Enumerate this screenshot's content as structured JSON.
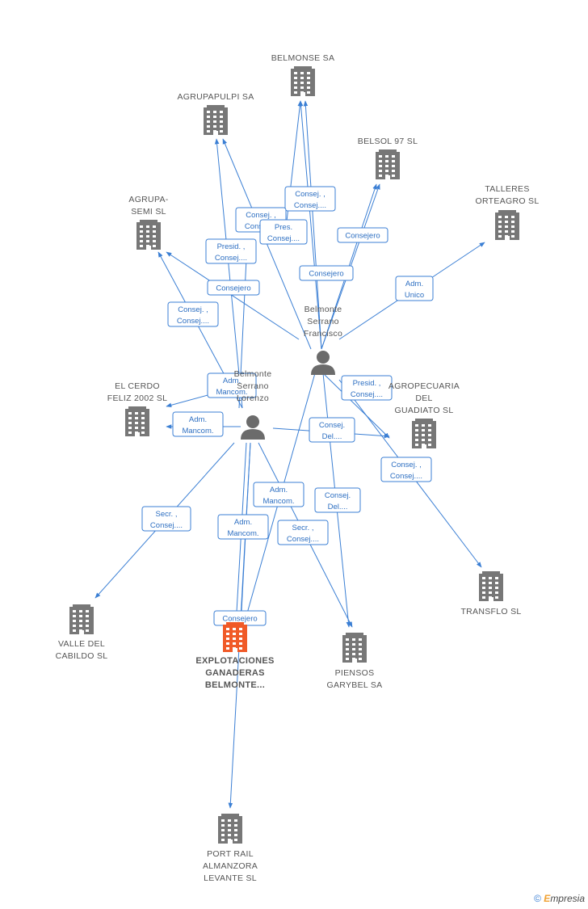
{
  "colors": {
    "edge": "#3b7fd4",
    "building": "#777777",
    "main_building": "#f05a28",
    "person": "#6b6b6b"
  },
  "footer": {
    "copyright": "©",
    "brand_initial": "E",
    "brand_rest": "mpresia"
  },
  "nodes": [
    {
      "id": "belmonse",
      "kind": "company",
      "lines": [
        "BELMONSE SA"
      ]
    },
    {
      "id": "agrupapulpi",
      "kind": "company",
      "lines": [
        "AGRUPAPULPI SA"
      ]
    },
    {
      "id": "belsol",
      "kind": "company",
      "lines": [
        "BELSOL 97 SL"
      ]
    },
    {
      "id": "talleres",
      "kind": "company",
      "lines": [
        "TALLERES",
        "ORTEAGRO SL"
      ]
    },
    {
      "id": "agrupasemi",
      "kind": "company",
      "lines": [
        "AGRUPA-",
        "SEMI SL"
      ]
    },
    {
      "id": "elcerdo",
      "kind": "company",
      "lines": [
        "EL CERDO",
        "FELIZ 2002 SL"
      ]
    },
    {
      "id": "agropecuaria",
      "kind": "company",
      "lines": [
        "AGROPECUARIA",
        "DEL",
        "GUADIATO SL"
      ]
    },
    {
      "id": "transflo",
      "kind": "company",
      "lines": [
        "TRANSFLO SL"
      ]
    },
    {
      "id": "valle",
      "kind": "company",
      "lines": [
        "VALLE DEL",
        "CABILDO SL"
      ]
    },
    {
      "id": "explotaciones",
      "kind": "company-main",
      "lines": [
        "EXPLOTACIONES",
        "GANADERAS",
        "BELMONTE..."
      ]
    },
    {
      "id": "piensos",
      "kind": "company",
      "lines": [
        "PIENSOS",
        "GARYBEL SA"
      ]
    },
    {
      "id": "portrail",
      "kind": "company",
      "lines": [
        "PORT RAIL",
        "ALMANZORA",
        "LEVANTE SL"
      ]
    },
    {
      "id": "francisco",
      "kind": "person",
      "lines": [
        "Belmonte",
        "Serrano",
        "Francisco"
      ]
    },
    {
      "id": "lorenzo",
      "kind": "person",
      "lines": [
        "Belmonte",
        "Serrano",
        "Lorenzo"
      ]
    }
  ],
  "badges": [
    [
      "Consej. ,",
      "Consej...."
    ],
    [
      "Consej. ,",
      "Consej...."
    ],
    [
      "Presid. ,",
      "Consej...."
    ],
    [
      "Consejero"
    ],
    [
      "Consejero"
    ],
    [
      "Consejero"
    ],
    [
      "Adm.",
      "Unico"
    ],
    [
      "Consej. ,",
      "Consej...."
    ],
    [
      "Adm.",
      "Mancom."
    ],
    [
      "Adm.",
      "Mancom."
    ],
    [
      "Presid. ,",
      "Consej...."
    ],
    [
      "Consej.",
      "Del...."
    ],
    [
      "Consej. ,",
      "Consej...."
    ],
    [
      "Adm.",
      "Mancom."
    ],
    [
      "Consej.",
      "Del...."
    ],
    [
      "Secr. ,",
      "Consej...."
    ],
    [
      "Adm.",
      "Mancom."
    ],
    [
      "Secr. ,",
      "Consej...."
    ],
    [
      "Consejero"
    ],
    [
      "Pres.",
      "Consej...."
    ]
  ]
}
